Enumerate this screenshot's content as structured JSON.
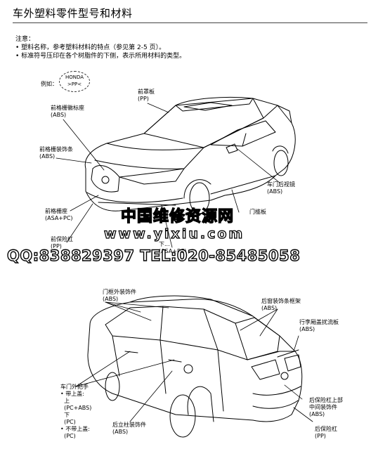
{
  "title": "车外塑料零件型号和材料",
  "notes": {
    "heading": "注意：",
    "line1": "• 塑料名称，参考塑料材料的特点（参见第 2-5 页）。",
    "line2": "• 标准符号压印在各个树脂件的下侧，表示所用材料的类型。"
  },
  "example": {
    "label": "例如：",
    "badge_line1": "HONDA",
    "badge_line2": ">PP<"
  },
  "front_labels": {
    "hood": "前罩板\n(PP)",
    "grille_emblem_base": "前格栅徽标座\n(ABS)",
    "grille_molding": "前格栅装饰条\n(ABS)",
    "mirror": "车门后视镜\n(ABS)",
    "grille_base": "前格栅座\n(ASA+PC)",
    "bumper": "前保险杠\n(PP)",
    "side_sill": "门槛板",
    "lower": "下...\n(ASA+PC)"
  },
  "rear_labels": {
    "door_frame_trim": "门框外装饰件\n(ABS)",
    "rear_window_frame": "后窗装饰条框架\n(ABS)",
    "trunk_spoiler": "行李厢盖扰流板\n(ABS)",
    "door_handle": "车门外把手\n• 带上盖:\n  上\n  (PC+ABS)\n  下\n  (PC)\n• 不带上盖:\n  (PC)",
    "rear_pillar": "后立柱装饰件\n(ABS)",
    "bumper_upper": "后保险杠上部\n中间装饰件\n(ABS)",
    "rear_bumper": "后保险杠\n(PP)"
  },
  "watermark": {
    "line1": "中国维修资源网",
    "line2": "www.yixiu.com",
    "line3": "QQ:838829397 TEL:020-85485058"
  }
}
